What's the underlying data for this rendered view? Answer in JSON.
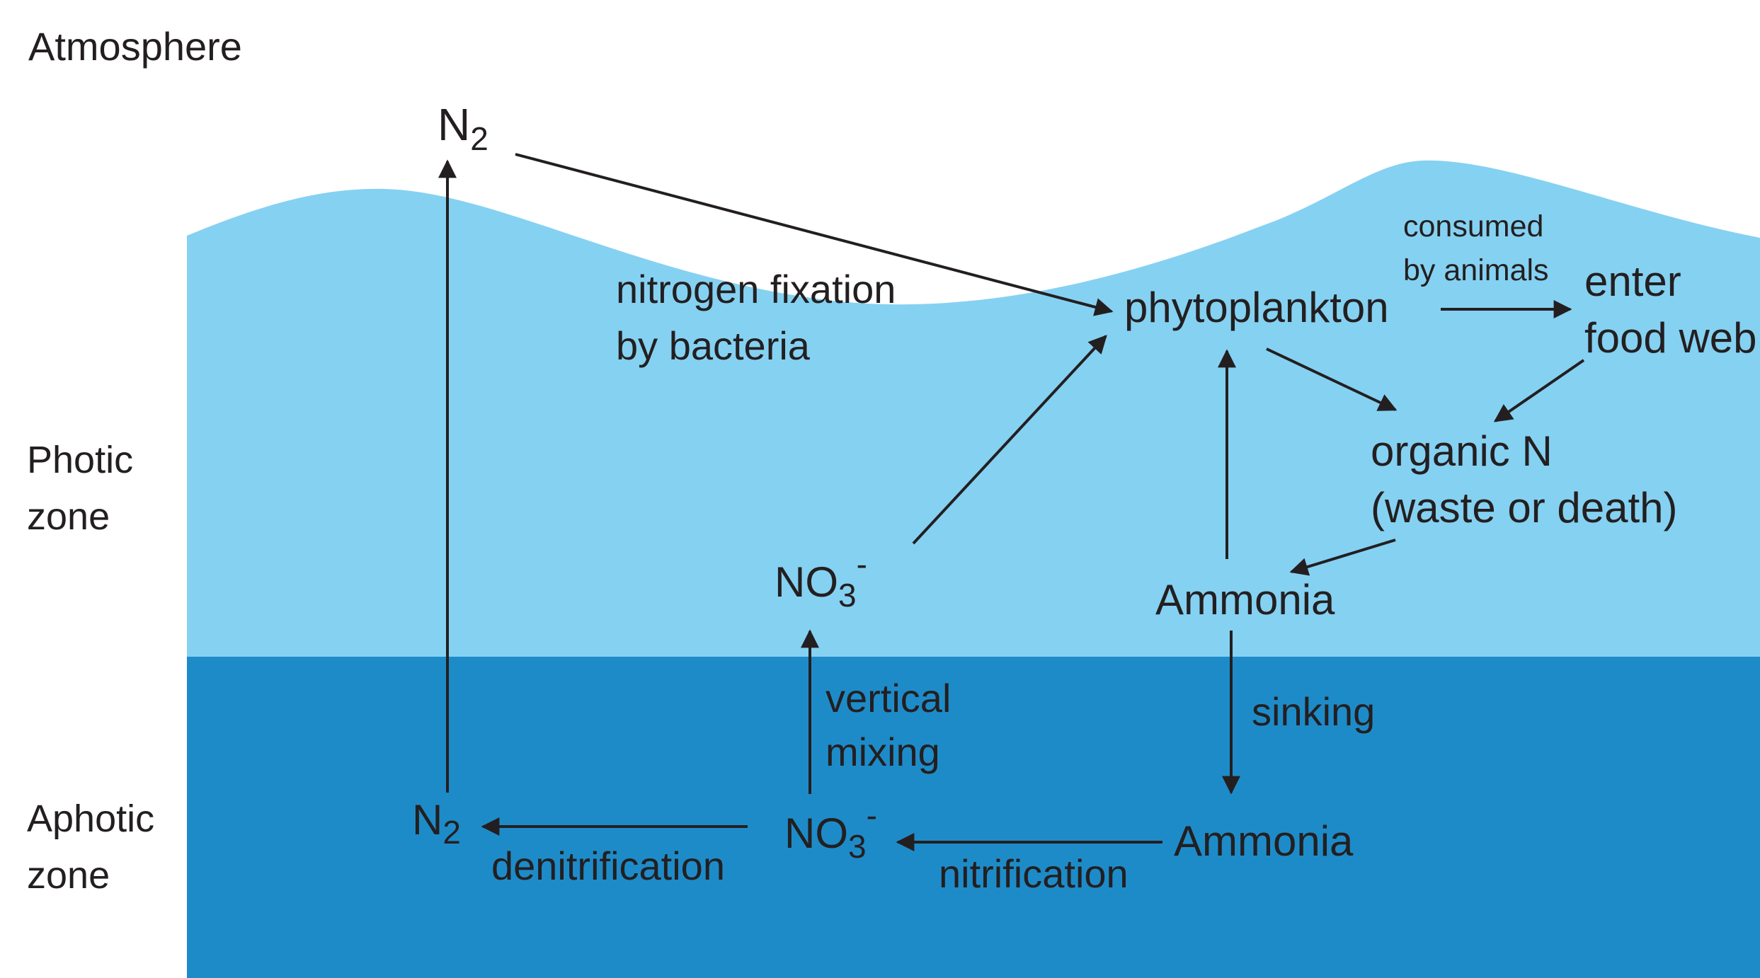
{
  "colors": {
    "photic_zone": "#85D1F2",
    "aphotic_zone": "#1E8BC9",
    "text": "#231F20",
    "arrow": "#231F20",
    "background": "#FFFFFF"
  },
  "zones": {
    "atmosphere_label": "Atmosphere",
    "photic": {
      "line1": "Photic",
      "line2": "zone"
    },
    "aphotic": {
      "line1": "Aphotic",
      "line2": "zone"
    }
  },
  "nodes": {
    "n2_atmosphere": {
      "base": "N",
      "sub": "2"
    },
    "phytoplankton": "phytoplankton",
    "enter_food_web": {
      "line1": "enter",
      "line2": "food web"
    },
    "organic_n": {
      "line1": "organic N",
      "line2": "(waste or death)"
    },
    "ammonia_photic": "Ammonia",
    "no3_photic": {
      "base": "NO",
      "sub": "3",
      "sup": "-"
    },
    "no3_aphotic": {
      "base": "NO",
      "sub": "3",
      "sup": "-"
    },
    "ammonia_aphotic": "Ammonia",
    "n2_aphotic": {
      "base": "N",
      "sub": "2"
    }
  },
  "processes": {
    "nitrogen_fixation": {
      "line1": "nitrogen fixation",
      "line2": "by bacteria"
    },
    "consumed_by_animals": {
      "line1": "consumed",
      "line2": "by animals"
    },
    "vertical_mixing": {
      "line1": "vertical",
      "line2": "mixing"
    },
    "sinking": "sinking",
    "nitrification": "nitrification",
    "denitrification": "denitrification"
  }
}
